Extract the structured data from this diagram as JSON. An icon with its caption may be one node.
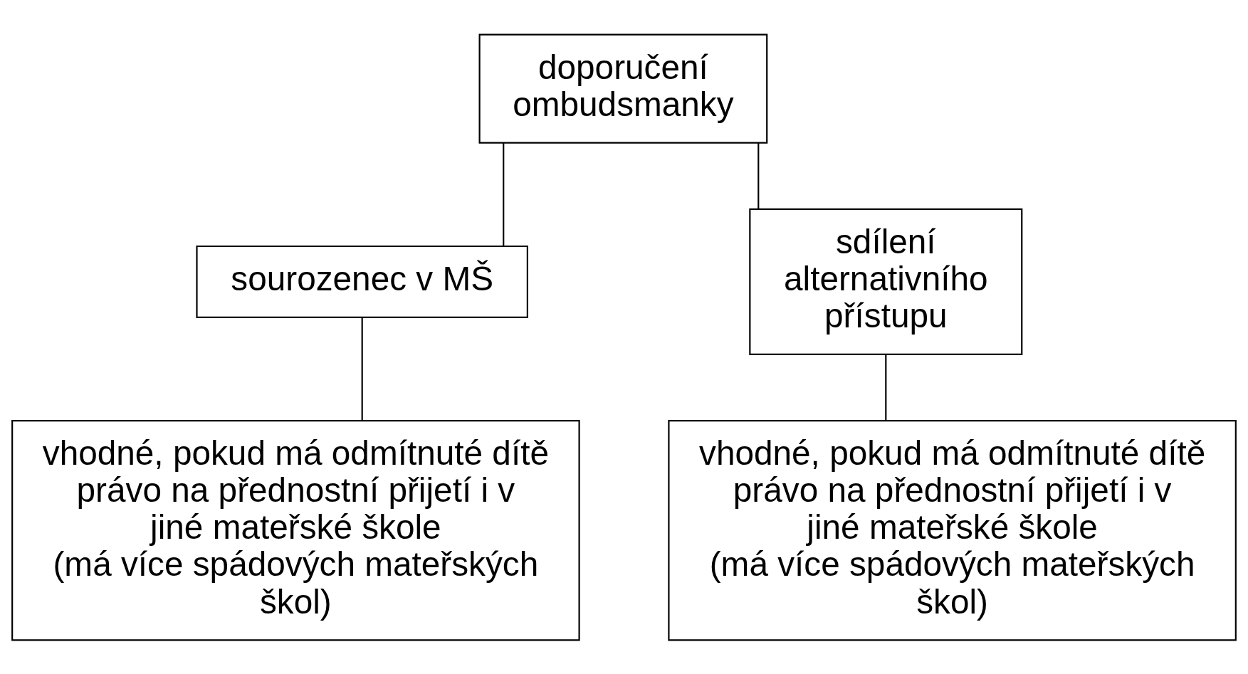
{
  "diagram": {
    "nodes": [
      {
        "text": [
          "doporučení ombudsmanky"
        ]
      },
      {
        "text": [
          "sourozenec v MŠ"
        ]
      },
      {
        "text": [
          "sdílení alternativního přístupu"
        ]
      },
      {
        "text": [
          "vhodné, pokud má odmítnuté dítě právo na přednostní přijetí i v jiné mateřské škole",
          "(má více spádových mateřských škol)"
        ]
      },
      {
        "text": [
          "vhodné, pokud má odmítnuté dítě právo na přednostní přijetí i v jiné mateřské škole",
          "(má více spádových mateřských škol)"
        ]
      }
    ],
    "edges": [
      {
        "from": 0,
        "to": 1,
        "arrow": "none"
      },
      {
        "from": 0,
        "to": 2,
        "arrow": "none"
      },
      {
        "from": 1,
        "to": 3,
        "arrow": "none"
      },
      {
        "from": 2,
        "to": 4,
        "arrow": "none"
      }
    ]
  }
}
